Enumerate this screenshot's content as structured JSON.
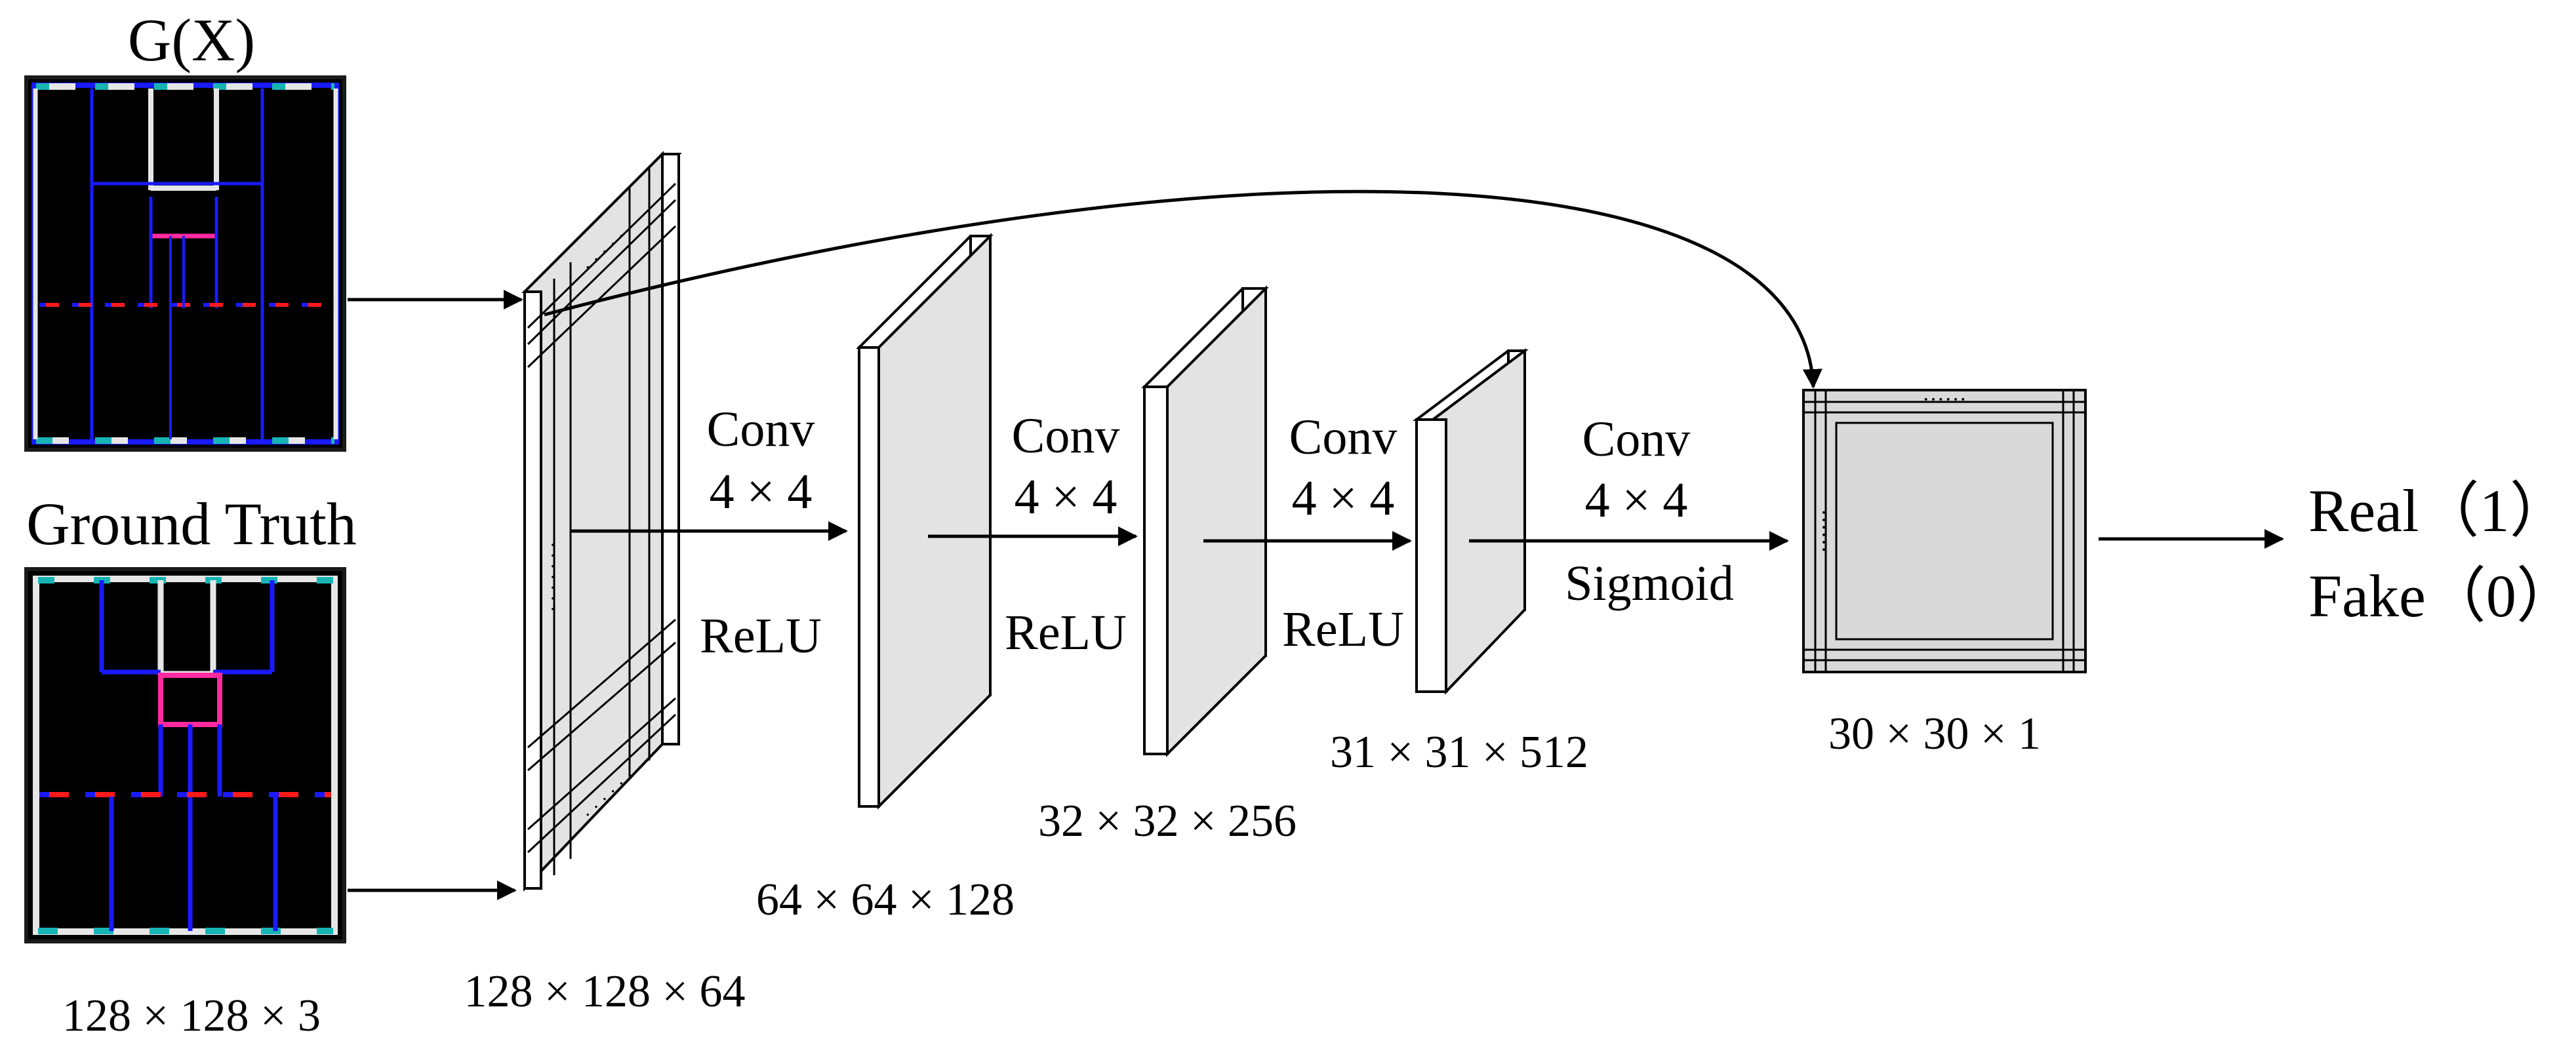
{
  "inputs": {
    "generated_label": "G(X)",
    "ground_truth_label": "Ground Truth",
    "input_dims": "128 × 128 × 3"
  },
  "layers": [
    {
      "dims": "128 × 128 × 64"
    },
    {
      "dims": "64 × 64 × 128"
    },
    {
      "dims": "32 × 32 × 256"
    },
    {
      "dims": "31 × 31 × 512"
    },
    {
      "dims": "30 × 30 × 1"
    }
  ],
  "operations": [
    {
      "op": "Conv",
      "kernel": "4 × 4",
      "activation": "ReLU"
    },
    {
      "op": "Conv",
      "kernel": "4 × 4",
      "activation": "ReLU"
    },
    {
      "op": "Conv",
      "kernel": "4 × 4",
      "activation": "ReLU"
    },
    {
      "op": "Conv",
      "kernel": "4 × 4",
      "activation": "Sigmoid"
    }
  ],
  "output": {
    "real_label": "Real（1）",
    "fake_label": "Fake（0）"
  },
  "colors": {
    "background": "#ffffff",
    "floorplan_bg": "#000000",
    "wall_blue": "#1a1aff",
    "wall_white": "#e6e6e6",
    "wall_cyan": "#18b4b4",
    "wall_red": "#ff1a1a",
    "wall_magenta": "#ff2aa0",
    "layer_face": "#e3e3e3"
  }
}
